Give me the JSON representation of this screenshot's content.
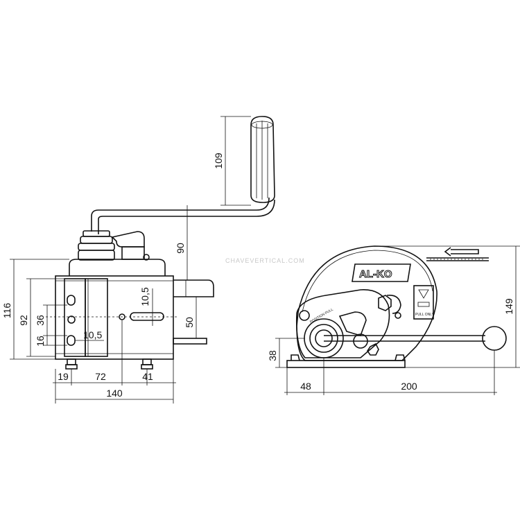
{
  "watermark": "CHAVEVERTICAL.COM",
  "logo": "AL-KO",
  "label_plate_text": "PULL ONLY",
  "ratchet_label": "POSITION PULL",
  "dimensions": {
    "handle_grip": "109",
    "handle_offset": "90",
    "overall_height": "116",
    "plate_height": "92",
    "hole_spacing": "36",
    "hole_offset": "16",
    "slot_width_left": "10,5",
    "slot_width_center": "10,5",
    "bracket_height": "50",
    "x_19": "19",
    "x_72": "72",
    "x_41": "41",
    "overall_width": "140",
    "side_height": "149",
    "drum_height": "38",
    "side_48": "48",
    "side_200": "200"
  },
  "colors": {
    "line": "#111111",
    "background": "#ffffff",
    "watermark": "#c8c8c8"
  }
}
